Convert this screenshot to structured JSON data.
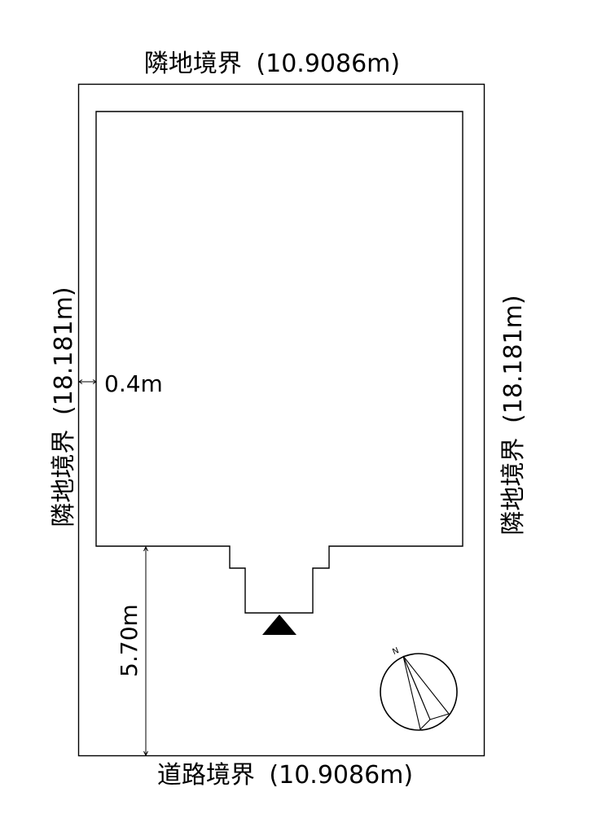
{
  "diagram": {
    "type": "site-plan",
    "colors": {
      "line": "#000000",
      "background": "#ffffff"
    },
    "boundaries": {
      "north": {
        "label": "隣地境界",
        "length": "(10.9086m)"
      },
      "south": {
        "label": "道路境界",
        "length": "(10.9086m)"
      },
      "west": {
        "label": "隣地境界",
        "length": "(18.181m)"
      },
      "east": {
        "label": "隣地境界",
        "length": "(18.181m)"
      }
    },
    "dimensions": {
      "setback_west": "0.4m",
      "setback_road": "5.70m"
    },
    "compass": {
      "north_label": "N",
      "icon": "compass-icon"
    },
    "entrance": {
      "icon": "entrance-triangle-icon"
    }
  }
}
